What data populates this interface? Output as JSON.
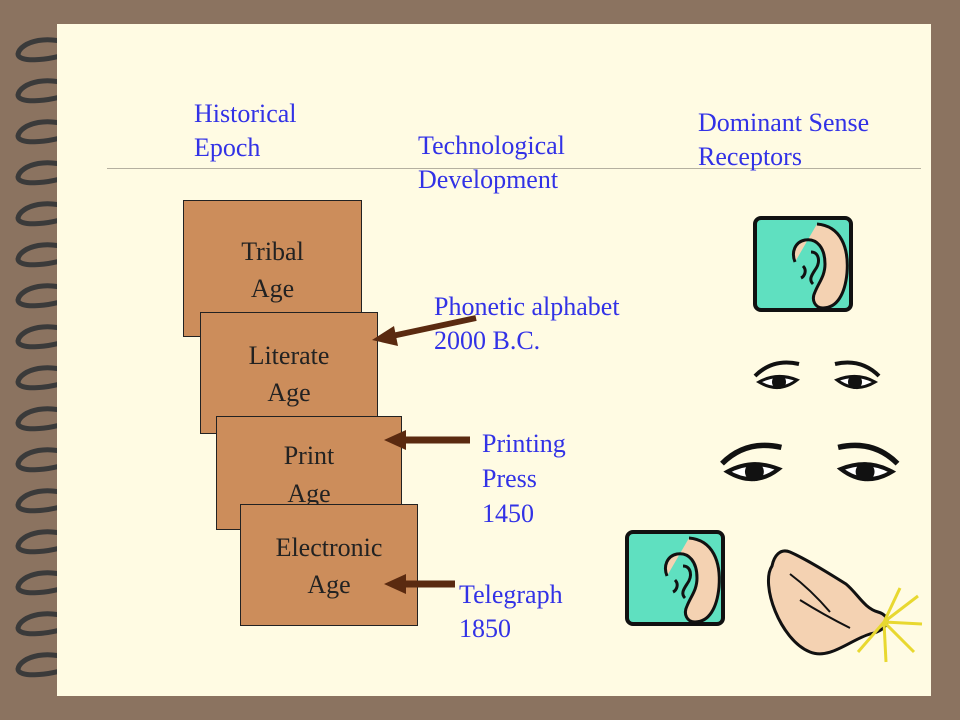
{
  "headings": {
    "epoch": [
      "Historical",
      "Epoch"
    ],
    "technology": [
      "Technological",
      "Development"
    ],
    "senses": [
      "Dominant Sense",
      "Receptors"
    ]
  },
  "ages": [
    {
      "line1": "Tribal",
      "line2": "Age"
    },
    {
      "line1": "Literate",
      "line2": "Age"
    },
    {
      "line1": "Print",
      "line2": "Age"
    },
    {
      "line1": "Electronic",
      "line2": "Age"
    }
  ],
  "developments": [
    {
      "lines": [
        "Phonetic alphabet",
        "2000 B.C."
      ]
    },
    {
      "lines": [
        "Printing",
        "Press",
        "1450"
      ]
    },
    {
      "lines": [
        "Telegraph",
        "1850"
      ]
    }
  ],
  "senses": [
    "ear-icon",
    "eyes-icon",
    "eyes-icon",
    "ear-icon",
    "hand-icon"
  ],
  "colors": {
    "text": "#3232e6",
    "box": "#cc8d5b",
    "page": "#fffbe3",
    "frame": "#8b7360",
    "arrow": "#5a2a10"
  }
}
